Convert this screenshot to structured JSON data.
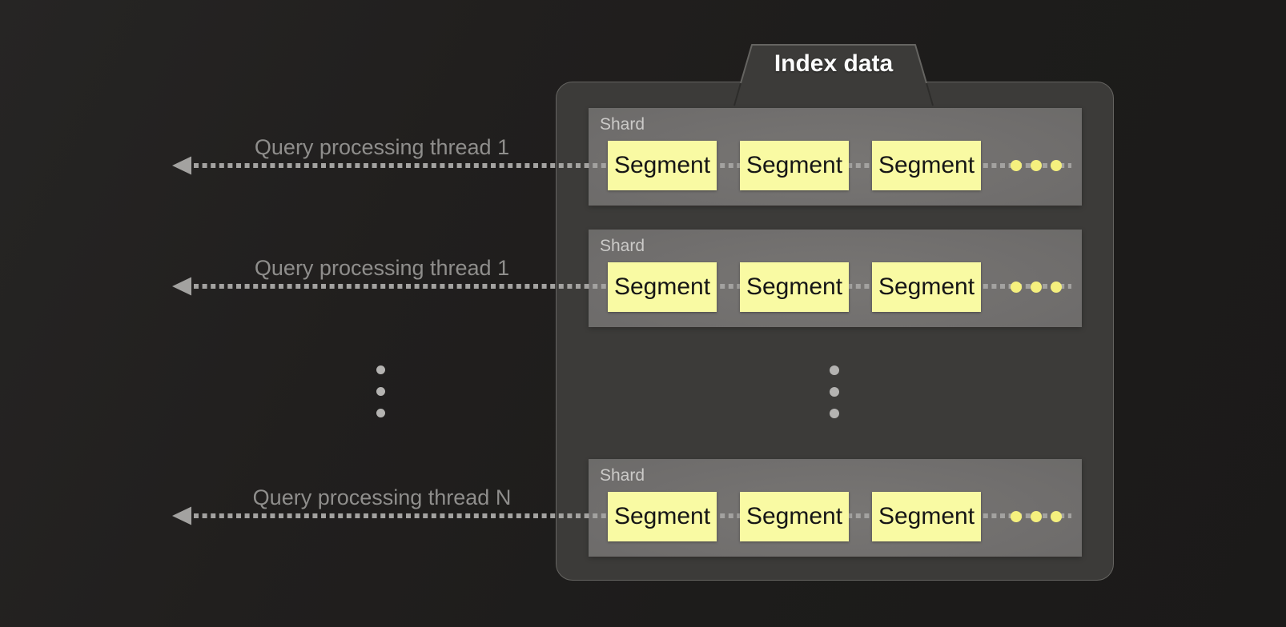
{
  "title": "Index data",
  "threads": [
    {
      "label": "Query processing thread 1"
    },
    {
      "label": "Query processing thread 1"
    },
    {
      "label": "Query processing thread N"
    }
  ],
  "shards": [
    {
      "label": "Shard",
      "segments": [
        "Segment",
        "Segment",
        "Segment"
      ],
      "more_segments_ellipsis": "yellow-dots"
    },
    {
      "label": "Shard",
      "segments": [
        "Segment",
        "Segment",
        "Segment"
      ],
      "more_segments_ellipsis": "yellow-dots"
    },
    {
      "label": "Shard",
      "segments": [
        "Segment",
        "Segment",
        "Segment"
      ],
      "more_segments_ellipsis": "yellow-dots"
    }
  ],
  "ellipsis": {
    "more_threads_dots": 3,
    "more_shards_dots": 3,
    "segments_per_row_dots": 3
  },
  "colors": {
    "background": "#1e1d1c",
    "panel_fill": "#3c3b39",
    "panel_border": "#656461",
    "shard_fill": "#716f6e",
    "shard_label": "#cbcac8",
    "segment_fill": "#f9faa3",
    "segment_text": "#161616",
    "ellipsis_yellow": "#f5f07e",
    "wire_gray": "#a3a2a0",
    "thread_label_gray": "#8f8e8c",
    "dots_gray": "#b4b3b1",
    "title_white": "#fcfcfc"
  }
}
